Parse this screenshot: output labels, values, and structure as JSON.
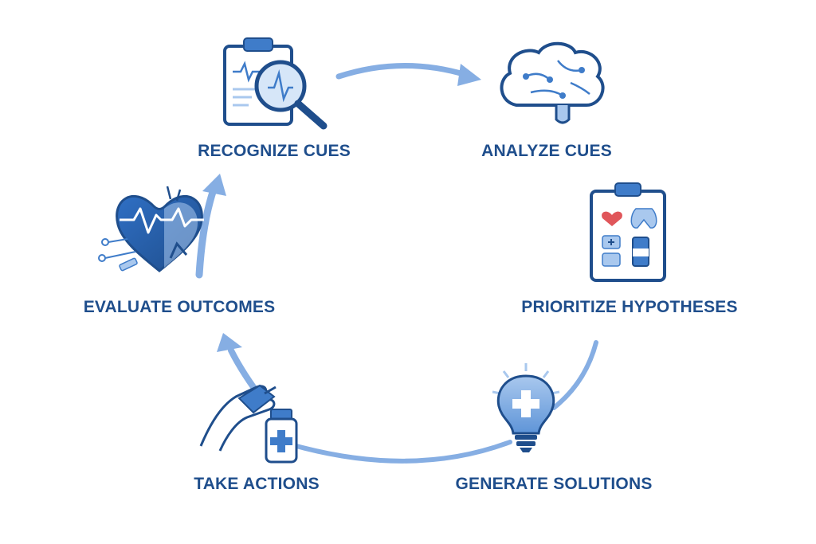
{
  "diagram": {
    "steps": [
      {
        "id": "recognize",
        "label": "RECOGNIZE CUES",
        "icon": "clipboard-magnifier-icon"
      },
      {
        "id": "analyze",
        "label": "ANALYZE CUES",
        "icon": "brain-circuit-icon"
      },
      {
        "id": "prioritize",
        "label": "PRIORITIZE HYPOTHESES",
        "icon": "clipboard-checklist-icon"
      },
      {
        "id": "generate",
        "label": "GENERATE SOLUTIONS",
        "icon": "lightbulb-cross-icon"
      },
      {
        "id": "take",
        "label": "TAKE ACTIONS",
        "icon": "hand-medicine-icon"
      },
      {
        "id": "evaluate",
        "label": "EVALUATE OUTCOMES",
        "icon": "heart-pulse-icon"
      }
    ],
    "colors": {
      "label": "#1f4e8c",
      "icon_dark": "#1f4e8c",
      "icon_mid": "#3f7cc9",
      "icon_light": "#a9c8ee",
      "arrow": "#86aee3",
      "accent_red": "#e0565a"
    }
  }
}
